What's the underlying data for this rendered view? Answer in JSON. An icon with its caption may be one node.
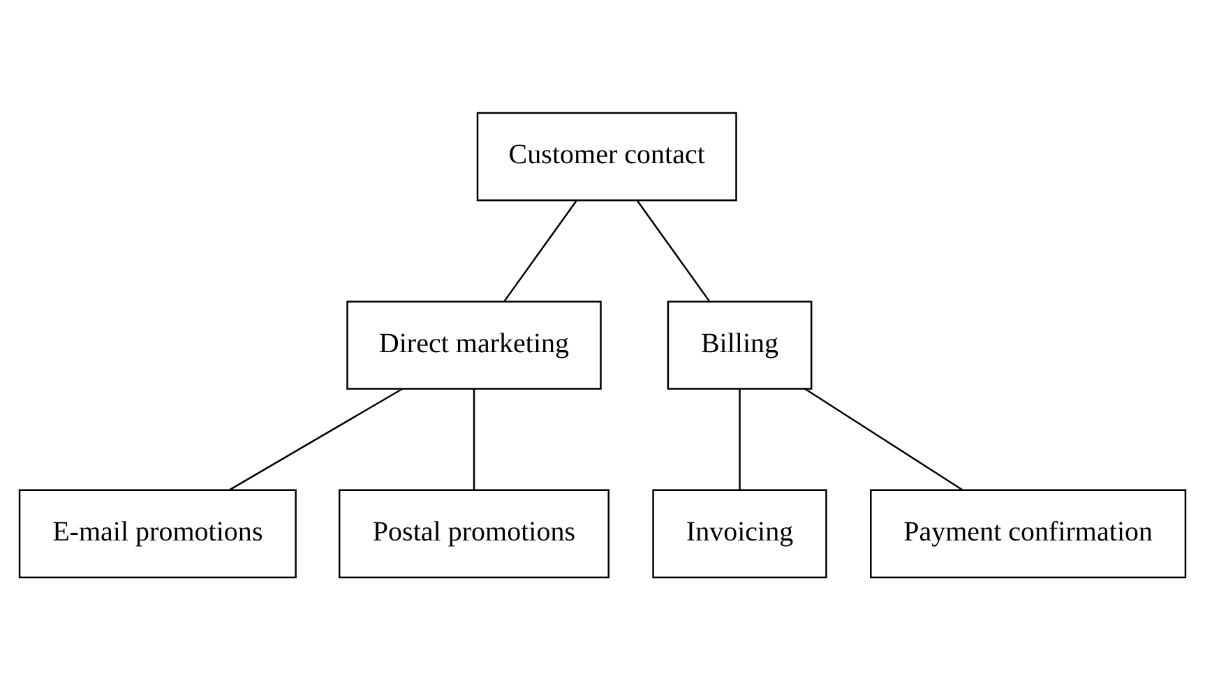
{
  "diagram": {
    "nodes": [
      {
        "text": [
          "Customer contact"
        ]
      },
      {
        "text": [
          "Direct marketing"
        ]
      },
      {
        "text": [
          "Billing"
        ]
      },
      {
        "text": [
          "E-mail promotions"
        ]
      },
      {
        "text": [
          "Postal promotions"
        ]
      },
      {
        "text": [
          "Invoicing"
        ]
      },
      {
        "text": [
          "Payment confirmation"
        ]
      }
    ],
    "edges": [
      {
        "from": 0,
        "to": 1,
        "arrow": "none"
      },
      {
        "from": 0,
        "to": 2,
        "arrow": "none"
      },
      {
        "from": 1,
        "to": 3,
        "arrow": "none"
      },
      {
        "from": 1,
        "to": 4,
        "arrow": "none"
      },
      {
        "from": 2,
        "to": 5,
        "arrow": "none"
      },
      {
        "from": 2,
        "to": 6,
        "arrow": "none"
      }
    ]
  }
}
